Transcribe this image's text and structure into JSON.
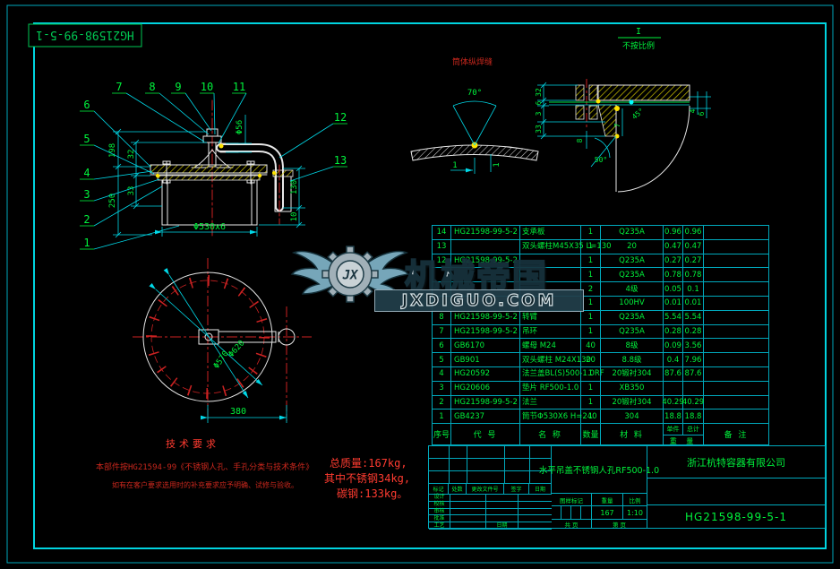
{
  "frame": {
    "stamp": "HG21598-99-5-1"
  },
  "top_details": {
    "weld_label": "筒体纵焊缝",
    "detail_mark": "I",
    "not_to_scale": "不按比例",
    "angle70": "70°",
    "dim_gap": "1",
    "dim_gap2": "1",
    "right": {
      "d32": "32",
      "d6": "6",
      "d3": "3",
      "d33": "33",
      "d7": "7",
      "d45": "45°",
      "d8": "8",
      "a50": "50°",
      "d4": "4",
      "d6b": "6"
    }
  },
  "main_view": {
    "callouts": [
      "1",
      "2",
      "3",
      "4",
      "5",
      "6",
      "7",
      "8",
      "9",
      "10",
      "11",
      "12",
      "13"
    ],
    "dims": {
      "h198": "198",
      "h32": "32",
      "h250": "250",
      "h33": "33",
      "d56": "Φ56",
      "d530": "Φ530x6",
      "h130": "130",
      "h10": "10"
    }
  },
  "plan_view": {
    "d620": "Φ620",
    "d570": "Φ570",
    "w380": "380"
  },
  "tech_req": {
    "title": "技术要求",
    "line1": "本部件按HG21594-99《不锈钢人孔、手孔分类与技术条件》",
    "line2": "如有在客户要求选用时的补充要求应予明确、试修与验收。"
  },
  "weights": {
    "l1": "总质量:167kg,",
    "l2": "其中不锈钢34kg,",
    "l3": "碳钢:133kg。"
  },
  "watermark": {
    "brand": "机械帝国",
    "domain": "JXDIGUO.COM",
    "monogram": "JX"
  },
  "parts_table": {
    "headers": {
      "no": "序号",
      "code": "代  号",
      "name": "名  称",
      "qty": "数量",
      "material": "材  料",
      "unit": "单件",
      "total": "总计",
      "weight": "重  量",
      "remark": "备  注"
    },
    "rows": [
      {
        "no": "14",
        "code": "HG21598-99-5-2",
        "name": "支承板",
        "qty": "1",
        "material": "Q235A",
        "unit": "0.96",
        "total": "0.96",
        "remark": ""
      },
      {
        "no": "13",
        "code": "",
        "name": "双头螺柱M45X35 L=130",
        "qty": "1",
        "material": "20",
        "unit": "0.47",
        "total": "0.47",
        "remark": ""
      },
      {
        "no": "12",
        "code": "HG21598-99-5-2",
        "name": "",
        "qty": "1",
        "material": "Q235A",
        "unit": "0.27",
        "total": "0.27",
        "remark": ""
      },
      {
        "no": "",
        "code": "",
        "name": "",
        "qty": "1",
        "material": "Q235A",
        "unit": "0.78",
        "total": "0.78",
        "remark": ""
      },
      {
        "no": "",
        "code": "",
        "name": "",
        "qty": "2",
        "material": "4级",
        "unit": "0.05",
        "total": "0.1",
        "remark": ""
      },
      {
        "no": "",
        "code": "",
        "name": "",
        "qty": "1",
        "material": "100HV",
        "unit": "0.01",
        "total": "0.01",
        "remark": ""
      },
      {
        "no": "8",
        "code": "HG21598-99-5-2",
        "name": "转臂",
        "qty": "1",
        "material": "Q235A",
        "unit": "5.54",
        "total": "5.54",
        "remark": ""
      },
      {
        "no": "7",
        "code": "HG21598-99-5-2",
        "name": "吊环",
        "qty": "1",
        "material": "Q235A",
        "unit": "0.28",
        "total": "0.28",
        "remark": ""
      },
      {
        "no": "6",
        "code": "GB6170",
        "name": "螺母 M24",
        "qty": "40",
        "material": "8级",
        "unit": "0.09",
        "total": "3.56",
        "remark": ""
      },
      {
        "no": "5",
        "code": "GB901",
        "name": "双头螺柱 M24X130",
        "qty": "20",
        "material": "8.8级",
        "unit": "0.4",
        "total": "7.96",
        "remark": ""
      },
      {
        "no": "4",
        "code": "HG20592",
        "name": "法兰盖BL(S)500-1.0RF",
        "qty": "1",
        "material": "20锻衬304",
        "unit": "87.6",
        "total": "87.6",
        "remark": ""
      },
      {
        "no": "3",
        "code": "HG20606",
        "name": "垫片 RF500-1.0",
        "qty": "1",
        "material": "XB350",
        "unit": "",
        "total": "",
        "remark": ""
      },
      {
        "no": "2",
        "code": "HG21598-99-5-2",
        "name": "法兰",
        "qty": "1",
        "material": "20锻衬304",
        "unit": "40.29",
        "total": "40.29",
        "remark": ""
      },
      {
        "no": "1",
        "code": "GB4237",
        "name": "筒节Φ530X6 H=240",
        "qty": "1",
        "material": "304",
        "unit": "18.8",
        "total": "18.8",
        "remark": ""
      }
    ]
  },
  "title_block": {
    "title": "水平吊盖不锈钢人孔RF500-1.0",
    "company": "浙江杭特容器有限公司",
    "drawing_no": "HG21598-99-5-1",
    "rev_headers": [
      "标记",
      "处数",
      "更改文件号",
      "签字",
      "日期"
    ],
    "sign_rows": [
      "设计",
      "校核",
      "审核",
      "批准",
      "工艺"
    ],
    "date_label": "日期",
    "mark_label": "图样标记",
    "weight_label": "重量",
    "scale_label": "比例",
    "weight_value": "167",
    "scale_value": "1:10",
    "total_pages": "共  页",
    "page_no": "第  页"
  }
}
